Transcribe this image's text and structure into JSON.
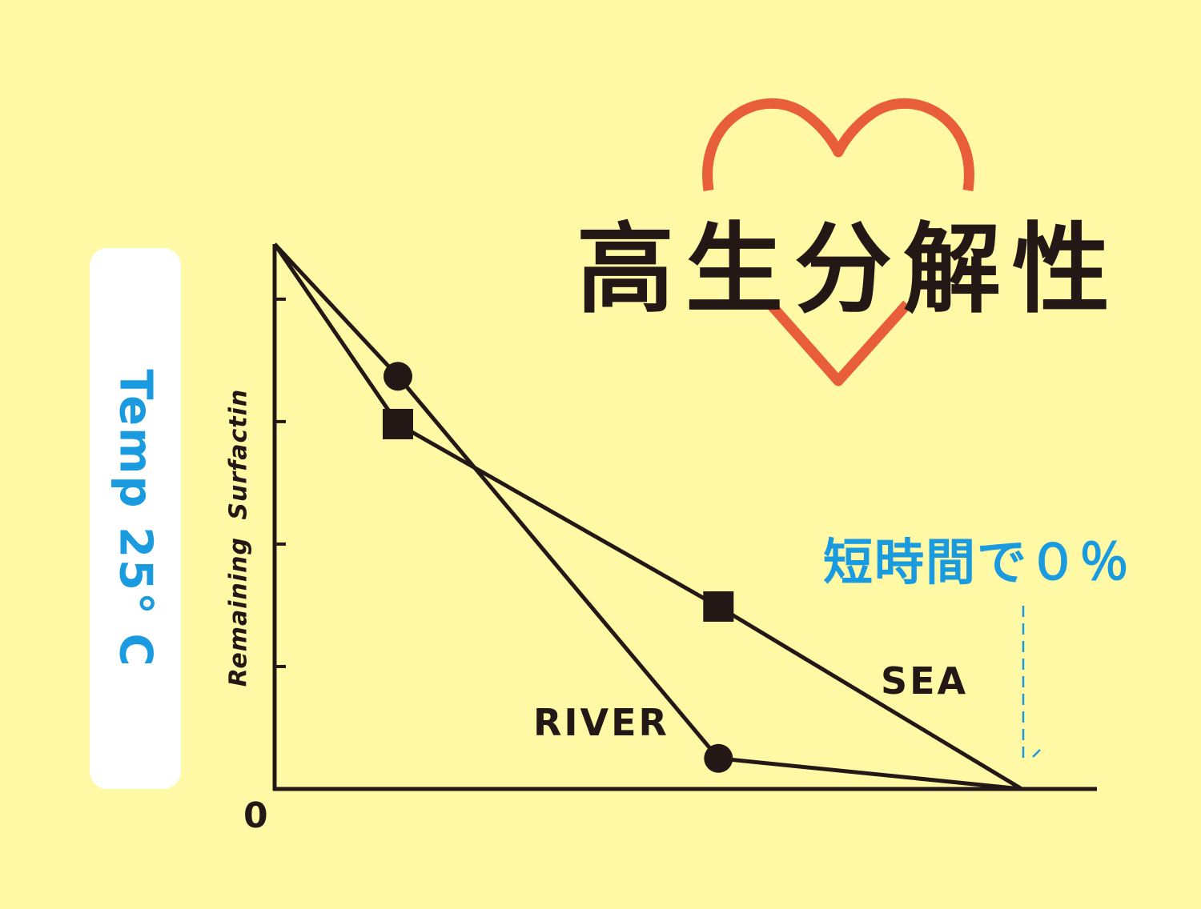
{
  "title": "高生分解性",
  "note": "短時間で０％",
  "temperature_label": "Temp 25° C",
  "colors": {
    "background": "#fff8a5",
    "ink": "#231815",
    "accent_blue": "#1a9be0",
    "heart": "#e85d3a"
  },
  "chart_data": {
    "type": "line",
    "title": "高生分解性",
    "xlabel": "",
    "ylabel": "Remaining  Surfactin",
    "origin_label": "0",
    "xlim": [
      0,
      6.67
    ],
    "ylim": [
      0,
      4.45
    ],
    "yticks": [
      1,
      2,
      3,
      4
    ],
    "grid": false,
    "series": [
      {
        "name": "RIVER",
        "marker": "circle",
        "x": [
          0,
          1,
          3.6,
          6.06
        ],
        "y": [
          4.45,
          3.37,
          0.25,
          0
        ]
      },
      {
        "name": "SEA",
        "marker": "square",
        "x": [
          0,
          1,
          3.6,
          6.06
        ],
        "y": [
          4.45,
          2.98,
          1.49,
          0
        ]
      }
    ],
    "annotation": {
      "text": "短時間で０％",
      "arrow_x": 6.06
    }
  }
}
